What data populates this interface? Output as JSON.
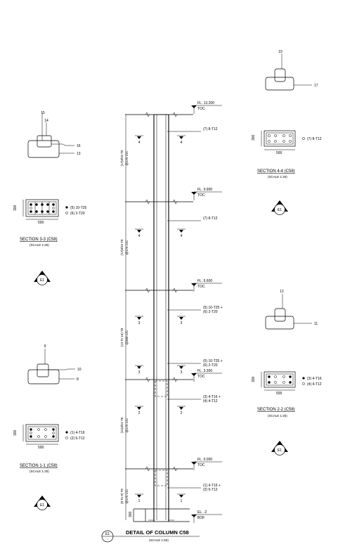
{
  "main_title": "DETAIL OF COLUMN C58",
  "main_scale": "(SCALE 1:50)",
  "main_bubble": {
    "top": "E1",
    "bottom": "-"
  },
  "levels": [
    {
      "label": "FL. 13.200",
      "tag": "TOC"
    },
    {
      "label": "FL. 9.900",
      "tag": "TOC"
    },
    {
      "label": "FL. 6.600",
      "tag": "TOC"
    },
    {
      "label": "FL. 3.300",
      "tag": "TOC"
    },
    {
      "label": "FL. 0.000",
      "tag": "TOC"
    },
    {
      "label": "EL. -2",
      "tag": "BOF"
    }
  ],
  "ties": [
    {
      "line1": "(17)Ø10 T8",
      "line2": "@175 C/C"
    },
    {
      "line1": "(17)Ø10 T8",
      "line2": "@175 C/C"
    },
    {
      "line1": "(13 To 16) T8",
      "line2": "@300 C/C"
    },
    {
      "line1": "(11)Ø12 T8",
      "line2": "@175 C/C"
    },
    {
      "line1": "(8 To 9) T8",
      "line2": "@175 C/C"
    }
  ],
  "rebar_notes": [
    {
      "lines": [
        "(7) 8-T12"
      ]
    },
    {
      "lines": [
        "(7) 8-T12"
      ]
    },
    {
      "lines": [
        "(5) 10-T25 +",
        "(6) 2-T20"
      ]
    },
    {
      "lines": [
        "(5) 10-T25 +",
        "(6) 2-T20"
      ]
    },
    {
      "lines": [
        "(3) 4-T16 +",
        "(4) 4-T12"
      ]
    },
    {
      "lines": [
        "(1) 4-T16 +",
        "(2) 6-T12"
      ]
    }
  ],
  "section_marks": [
    "4",
    "4",
    "4",
    "4",
    "3",
    "3",
    "3",
    "3",
    "2",
    "2",
    "1",
    "1"
  ],
  "dimensions": {
    "width": "500",
    "depth": "300"
  },
  "sections": [
    {
      "id": "section-4-4",
      "title": "SECTION 4-4 (C58)",
      "scale": "(SCALE 1:25)",
      "legend": [
        "(7) 8-T12"
      ]
    },
    {
      "id": "section-3-3",
      "title": "SECTION 3-3 (C58)",
      "scale": "(SCALE 1:25)",
      "legend": [
        "(5) 10-T25",
        "(6) 2-T20"
      ]
    },
    {
      "id": "section-2-2",
      "title": "SECTION 2-2 (C58)",
      "scale": "(SCALE 1:25)",
      "legend": [
        "(3) 4-T16",
        "(4) 4-T12"
      ]
    },
    {
      "id": "section-1-1",
      "title": "SECTION 1-1 (C58)",
      "scale": "(SCALE 1:25)",
      "legend": [
        "(1) 4-T16",
        "(2) 6-T12"
      ]
    }
  ],
  "bar_details": [
    {
      "id": "detail-17-19",
      "marks": [
        "19",
        "17"
      ]
    },
    {
      "id": "detail-13-16",
      "marks": [
        "15",
        "14",
        "16",
        "13"
      ]
    },
    {
      "id": "detail-11-12",
      "marks": [
        "12",
        "11"
      ]
    },
    {
      "id": "detail-8-10",
      "marks": [
        "9",
        "10",
        "8"
      ]
    }
  ],
  "ref_bubbles": [
    "E1",
    "E1",
    "E1",
    "E1",
    "E1"
  ]
}
